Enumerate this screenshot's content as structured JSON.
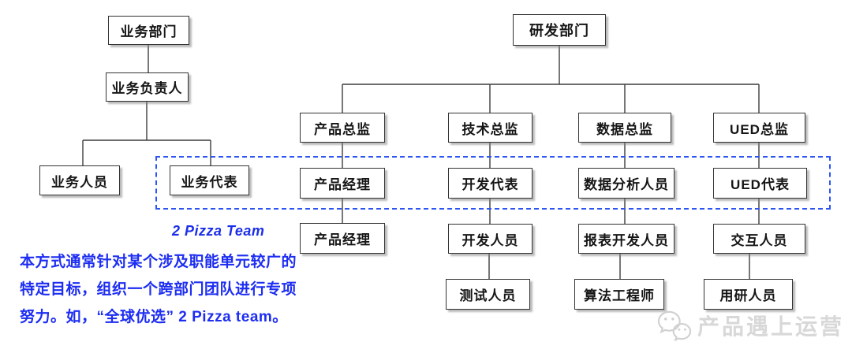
{
  "diagram": {
    "business_tree": {
      "dept": "业务部门",
      "lead": "业务负责人",
      "staff": "业务人员",
      "rep": "业务代表"
    },
    "rd_tree": {
      "dept": "研发部门",
      "directors": {
        "product": "产品总监",
        "tech": "技术总监",
        "data": "数据总监",
        "ued": "UED总监"
      },
      "row2": {
        "product": "产品经理",
        "tech": "开发代表",
        "data": "数据分析人员",
        "ued": "UED代表"
      },
      "row3": {
        "product": "产品经理",
        "tech": "开发人员",
        "data": "报表开发人员",
        "ued": "交互人员"
      },
      "row4": {
        "tech": "测试人员",
        "data": "算法工程师",
        "ued": "用研人员"
      }
    },
    "team_box_label": "2 Pizza Team"
  },
  "note": {
    "line1": "本方式通常针对某个涉及职能单元较广的",
    "line2": "特定目标，组织一个跨部门团队进行专项",
    "line3": "努力。如，“全球优选” 2 Pizza team。"
  },
  "watermark": {
    "text": "产品遇上运营",
    "icon": "wechat-icon"
  },
  "colors": {
    "note_blue": "#1d2df2",
    "dashed_border_blue": "#2e55f2",
    "box_border": "#333333",
    "watermark_gray": "#d8d8d8"
  }
}
